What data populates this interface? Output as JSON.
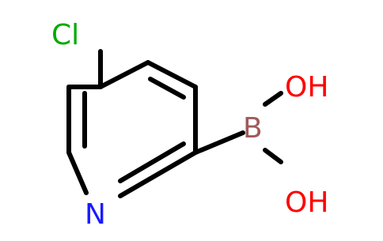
{
  "molecule": {
    "atom_labels": {
      "chlorine": "Cl",
      "nitrogen": "N",
      "boron": "B",
      "hydroxyl_top": "OH",
      "hydroxyl_bottom": "OH"
    },
    "colors": {
      "carbon_bond": "#000000",
      "chlorine": "#00aa00",
      "nitrogen": "#1a1aff",
      "boron": "#a05a5a",
      "oxygen": "#ff0000"
    }
  }
}
